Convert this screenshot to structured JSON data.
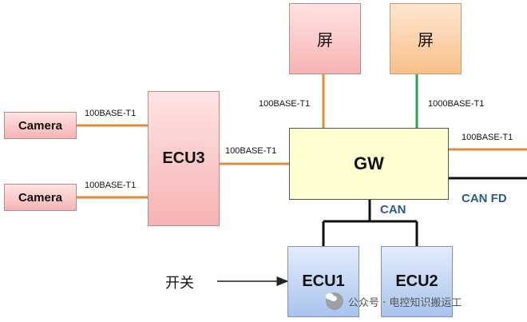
{
  "nodes": {
    "camera1": "Camera",
    "camera2": "Camera",
    "ecu3": "ECU3",
    "screen1": "屏",
    "screen2": "屏",
    "gw": "GW",
    "ecu1": "ECU1",
    "ecu2": "ECU2"
  },
  "links": {
    "camera1_ecu3": "100BASE-T1",
    "camera2_ecu3": "100BASE-T1",
    "ecu3_gw": "100BASE-T1",
    "screen1_gw": "100BASE-T1",
    "screen2_gw": "1000BASE-T1",
    "gw_out": "100BASE-T1",
    "can": "CAN",
    "canfd": "CAN FD"
  },
  "input": {
    "switch_label": "开关"
  },
  "watermark": {
    "text": "公众号 · 电控知识搬运工"
  },
  "colors": {
    "ethernet_100": "#e08a3c",
    "ethernet_1000": "#2ca44e",
    "can_bus": "#111111"
  }
}
